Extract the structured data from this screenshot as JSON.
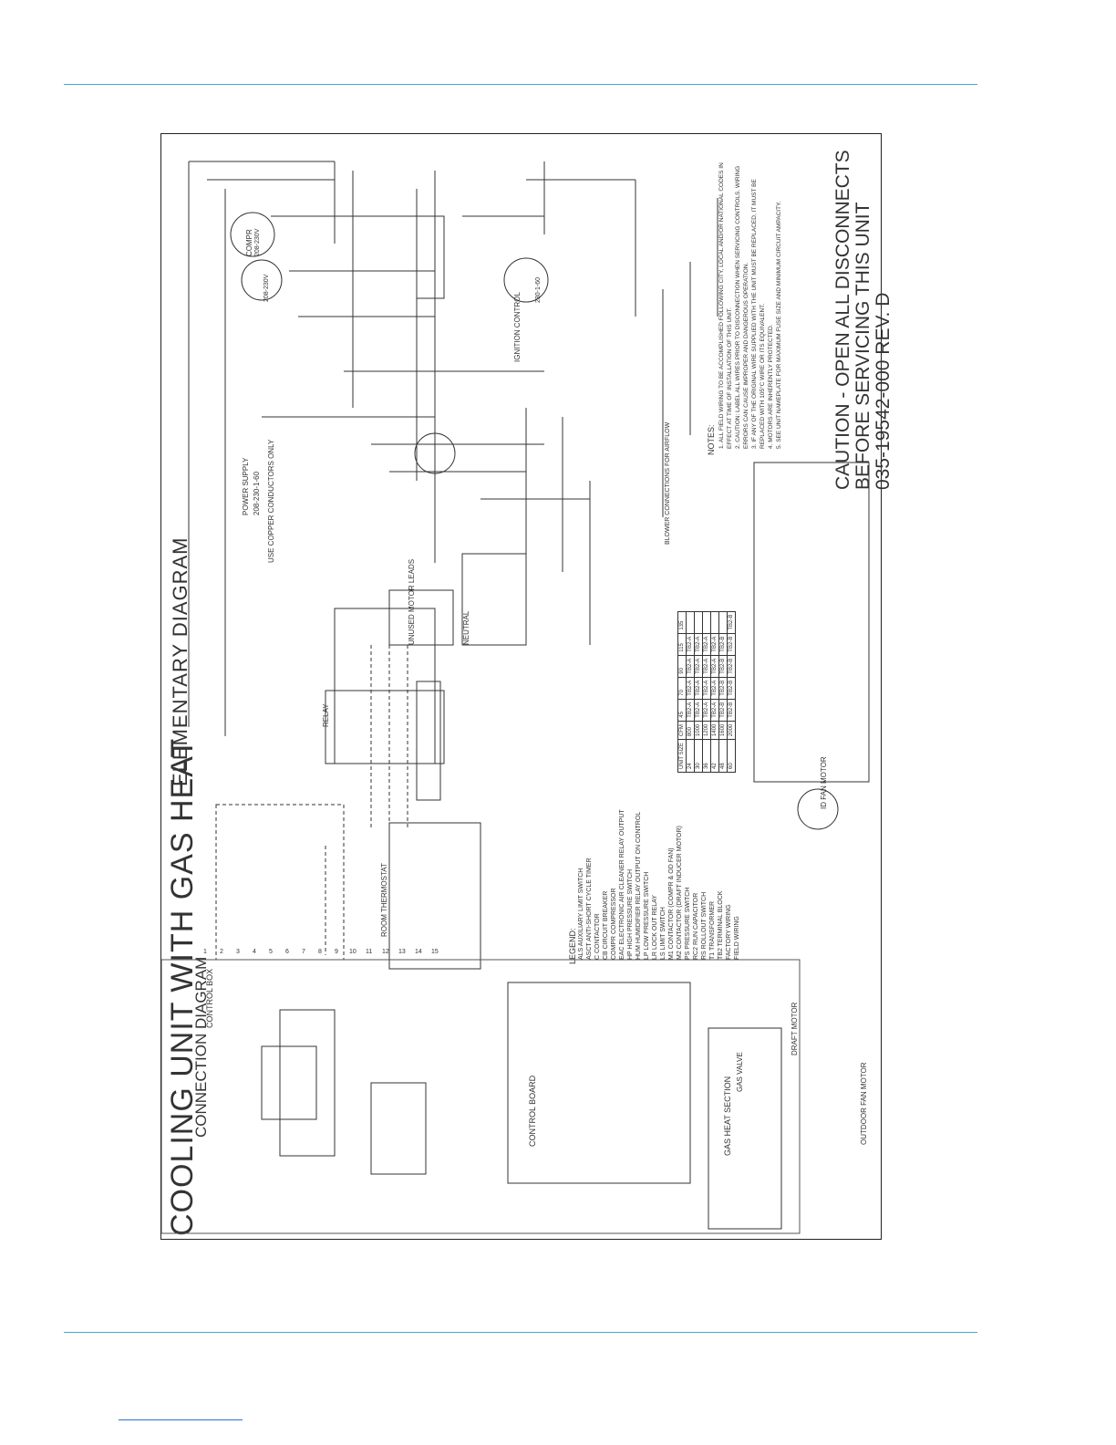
{
  "drawing": {
    "title": "COOLING UNIT WITH GAS HEAT",
    "connection_title": "CONNECTION DIAGRAM",
    "elementary_title": "ELEMENTARY DIAGRAM",
    "caution_line1": "CAUTION - OPEN ALL DISCONNECTS",
    "caution_line2": "BEFORE SERVICING THIS UNIT",
    "part_number": "035-19542-000 REV. D"
  },
  "labels": {
    "control_box": "CONTROL BOX",
    "control_board": "CONTROL BOARD",
    "gas_heat_section": "GAS HEAT SECTION",
    "gas_valve": "GAS VALVE",
    "draft_motor": "DRAFT MOTOR",
    "id_fan_motor": "ID FAN MOTOR",
    "outdoor_fan_motor": "OUTDOOR FAN MOTOR",
    "compressor": "COMPR",
    "legend": "LEGEND:",
    "notes": "NOTES:",
    "power_supply": "POWER SUPPLY",
    "neutral": "NEUTRAL",
    "unused_motor_leads": "UNUSED MOTOR LEADS",
    "relay": "RELAY",
    "thermostat": "ROOM THERMOSTAT",
    "use_copper": "USE COPPER CONDUCTORS ONLY",
    "ignition_control": "IGNITION CONTROL"
  },
  "legend_items": [
    "ALS   AUXILIARY LIMIT SWITCH",
    "ASCT  ANTI-SHORT CYCLE TIMER",
    "C     CONTACTOR",
    "CB    CIRCUIT BREAKER",
    "COMPR COMPRESSOR",
    "EAC   ELECTRONIC AIR CLEANER RELAY OUTPUT",
    "HP    HIGH PRESSURE SWITCH",
    "HUM   HUMIDIFIER RELAY OUTPUT ON CONTROL",
    "LP    LOW PRESSURE SWITCH",
    "LR    LOCK OUT RELAY",
    "LS    LIMIT SWITCH",
    "M1    CONTACTOR (COMPR & OD FAN)",
    "M2    CONTACTOR (DRAFT INDUCER MOTOR)",
    "PS    PRESSURE SWITCH",
    "RC2   RUN CAPACITOR",
    "RS    ROLLOUT SWITCH",
    "T1    TRANSFORMER",
    "TB2   TERMINAL BLOCK",
    "FACTORY WIRING",
    "FIELD WIRING"
  ],
  "notes": [
    "1. ALL FIELD WIRING TO BE ACCOMPLISHED FOLLOWING CITY, LOCAL AND/OR NATIONAL CODES IN EFFECT AT TIME OF INSTALLATION OF THIS UNIT.",
    "2. CAUTION: LABEL ALL WIRES PRIOR TO DISCONNECTION WHEN SERVICING CONTROLS. WIRING ERRORS CAN CAUSE IMPROPER AND DANGEROUS OPERATION.",
    "3. IF ANY OF THE ORIGINAL WIRE SUPPLIED WITH THE UNIT MUST BE REPLACED, IT MUST BE REPLACED WITH 105°C WIRE OR ITS EQUIVALENT.",
    "4. MOTORS ARE INHERENTLY PROTECTED.",
    "5. SEE UNIT NAMEPLATE FOR MAXIMUM FUSE SIZE AND MINIMUM CIRCUIT AMPACITY."
  ],
  "power_supply": {
    "voltage": "208-230-1-60"
  },
  "motor_ratings": {
    "compressor": "208-230V",
    "id_fan": "230-1-60",
    "od_fan": "208-230V"
  },
  "blower_table": {
    "title": "BLOWER CONNECTIONS FOR AIRFLOW",
    "columns": [
      "UNIT SIZE",
      "CFM",
      "45",
      "70",
      "90",
      "115",
      "135"
    ],
    "rows": [
      [
        "24",
        "800",
        "TB2-A",
        "TB2-A",
        "TB2-A",
        "TB2-A",
        ""
      ],
      [
        "30",
        "1000",
        "TB2-A",
        "TB2-A",
        "TB2-A",
        "TB2-A",
        ""
      ],
      [
        "36",
        "1200",
        "TB2-A",
        "TB2-A",
        "TB2-A",
        "TB2-A",
        ""
      ],
      [
        "42",
        "1400",
        "TB2-A",
        "TB2-A",
        "TB2-A",
        "TB2-A",
        ""
      ],
      [
        "48",
        "1600",
        "TB2-B",
        "TB2-B",
        "TB2-B",
        "TB2-B",
        ""
      ],
      [
        "60",
        "2000",
        "TB2-B",
        "TB2-B",
        "TB2-B",
        "TB2-B",
        "TB2-B"
      ]
    ]
  }
}
